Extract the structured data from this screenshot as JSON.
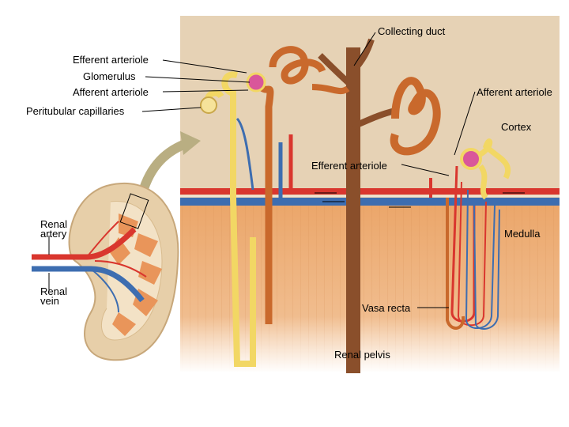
{
  "labels": {
    "collecting_duct": "Collecting duct",
    "efferent_arteriole_1": "Efferent arteriole",
    "glomerulus": "Glomerulus",
    "afferent_arteriole_1": "Afferent arteriole",
    "peritubular_capillaries": "Peritubular capillaries",
    "afferent_arteriole_2": "Afferent arteriole",
    "cortex": "Cortex",
    "efferent_arteriole_2": "Efferent arteriole",
    "renal_artery_line1": "Renal",
    "renal_artery_line2": "artery",
    "medulla": "Medulla",
    "renal_vein_line1": "Renal",
    "renal_vein_line2": "vein",
    "vasa_recta": "Vasa recta",
    "renal_pelvis": "Renal pelvis"
  },
  "colors": {
    "cortex_bg": "#e6d2b5",
    "medulla_bg": "#e9a86a",
    "tubule": "#c9692c",
    "artery": "#d9362e",
    "vein": "#3d6db0",
    "loop_yellow": "#f2d764",
    "glomerulus": "#d9579a",
    "pointer_arrow": "#b9ae82",
    "leader_line": "#000000"
  }
}
